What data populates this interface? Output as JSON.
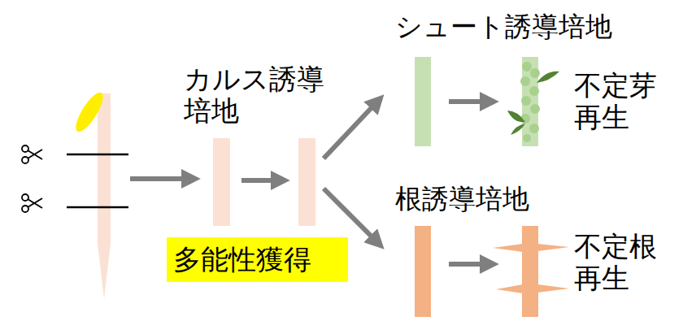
{
  "diagram": {
    "nodes": [
      {
        "text": [
          "多能性獲得"
        ]
      }
    ],
    "labels": [
      "カルス誘導 培地",
      "シュート誘導培地",
      "不定芽 再生",
      "根誘導培地",
      "不定根 再生"
    ]
  }
}
